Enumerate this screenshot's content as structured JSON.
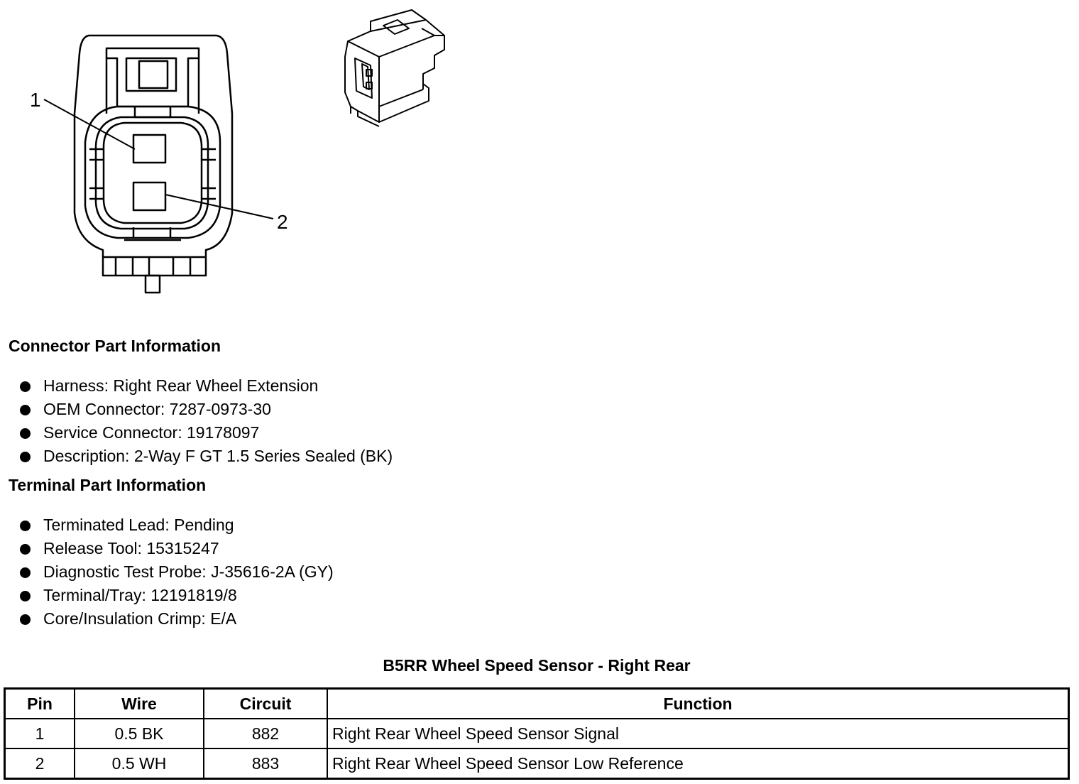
{
  "diagram": {
    "pin_label_1": "1",
    "pin_label_2": "2"
  },
  "connector_info": {
    "heading": "Connector Part Information",
    "items": [
      "Harness: Right Rear Wheel Extension",
      "OEM Connector: 7287-0973-30",
      "Service Connector: 19178097",
      "Description: 2-Way F GT 1.5 Series Sealed (BK)"
    ]
  },
  "terminal_info": {
    "heading": "Terminal Part Information",
    "items": [
      "Terminated Lead: Pending",
      "Release Tool: 15315247",
      "Diagnostic Test Probe: J-35616-2A (GY)",
      "Terminal/Tray: 12191819/8",
      "Core/Insulation Crimp: E/A"
    ]
  },
  "pin_table": {
    "title": "B5RR Wheel Speed Sensor - Right Rear",
    "headers": [
      "Pin",
      "Wire",
      "Circuit",
      "Function"
    ],
    "rows": [
      [
        "1",
        "0.5 BK",
        "882",
        "Right Rear Wheel Speed Sensor Signal"
      ],
      [
        "2",
        "0.5 WH",
        "883",
        "Right Rear Wheel Speed Sensor Low Reference"
      ]
    ]
  }
}
